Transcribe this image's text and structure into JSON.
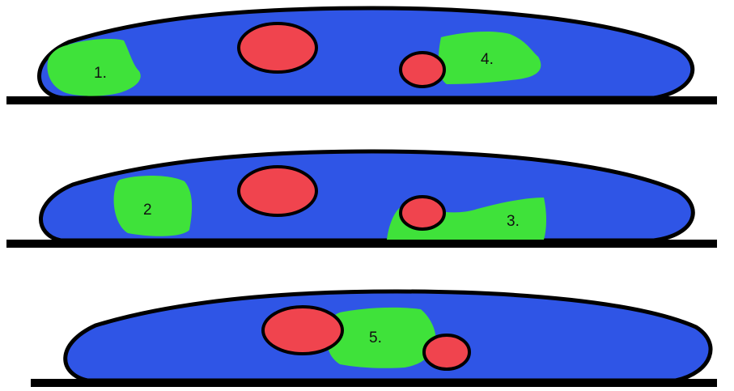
{
  "colors": {
    "cell": "#2f55e6",
    "outline": "#000000",
    "nucleus": "#f0444e",
    "region": "#3fe23a"
  },
  "panels": [
    {
      "regions": [
        {
          "label": "1."
        },
        {
          "label": "4."
        }
      ]
    },
    {
      "regions": [
        {
          "label": "2"
        },
        {
          "label": "3."
        }
      ]
    },
    {
      "regions": [
        {
          "label": "5."
        }
      ]
    }
  ]
}
